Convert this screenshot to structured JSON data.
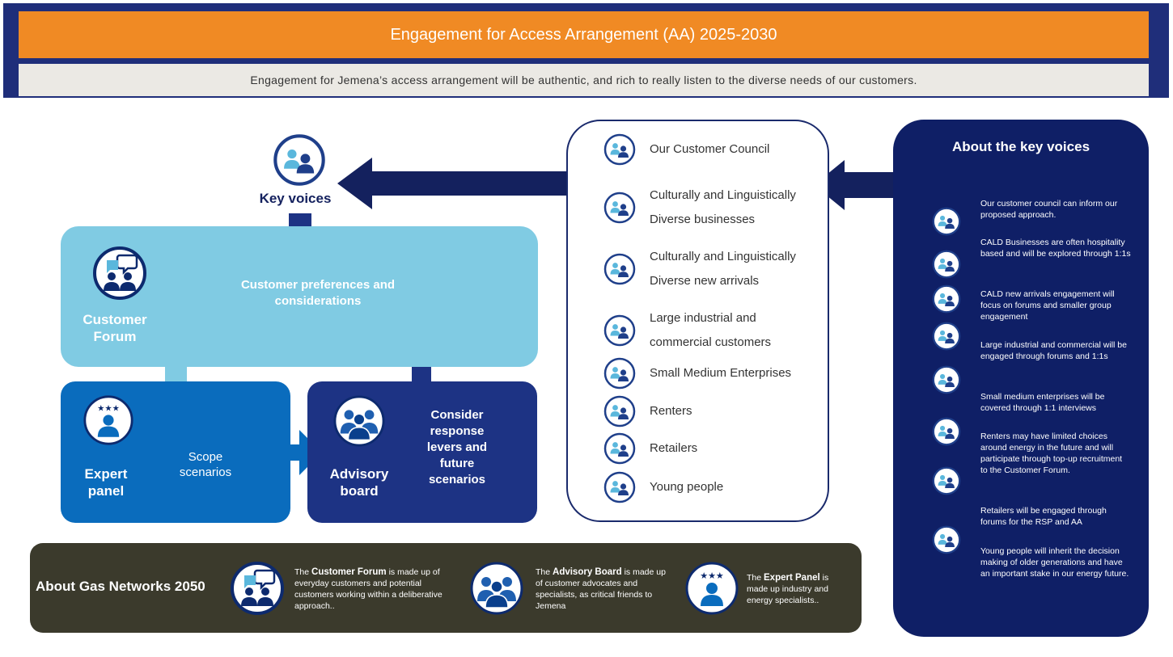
{
  "header": {
    "title": "Engagement for Access Arrangement (AA) 2025-2030",
    "subtitle": "Engagement  for Jemena’s access arrangement will be authentic, and rich to really listen to the diverse needs of our customers."
  },
  "key_voices": {
    "label": "Key voices"
  },
  "customer_forum": {
    "label": "Customer Forum",
    "preferences": "Customer preferences and considerations"
  },
  "expert_panel": {
    "label": "Expert panel",
    "scope": "Scope scenarios"
  },
  "advisory_board": {
    "label": "Advisory board",
    "consider": "Consider response levers and future scenarios"
  },
  "voices": [
    "Our Customer Council",
    "Culturally and Linguistically Diverse businesses",
    "Culturally and Linguistically Diverse new arrivals",
    "Large industrial and commercial customers",
    "Small Medium Enterprises",
    "Renters",
    "Retailers",
    "Young people"
  ],
  "about_key_voices": {
    "title": "About the key voices",
    "items": [
      "Our customer council can inform our proposed approach.",
      "CALD Businesses are often hospitality based and will be explored through  1:1s",
      "CALD new arrivals engagement will focus on  forums and smaller group engagement",
      "Large industrial and commercial will be engaged  through  forums and  1:1s",
      "Small medium enterprises  will be covered  through  1:1 interviews",
      "Renters may have limited choices around energy  in the future and will participate  through  top-up recruitment to the Customer Forum.",
      "Retailers will be engaged  through forums for the RSP and AA",
      "Young people  will inherit the decision making of older generations  and have an important stake in our energy future."
    ]
  },
  "about_gas_networks": {
    "title": "About Gas Networks 2050",
    "customer_forum": {
      "pre": "The ",
      "bold": "Customer Forum",
      "post": " is made up of everyday customers and potential  customers working within a deliberative approach.."
    },
    "advisory_board": {
      "pre": "The ",
      "bold": "Advisory Board",
      "post": " is made up of customer advocates  and specialists, as critical friends to Jemena"
    },
    "expert_panel": {
      "pre": "The ",
      "bold": "Expert Panel",
      "post": " is made  up industry and  energy specialists.."
    }
  },
  "colors": {
    "navy": "#1f2e7a",
    "orange": "#f08a24",
    "light_blue": "#80cbe3",
    "mid_blue": "#0a6cbd",
    "dark_blue": "#1d3384",
    "panel_navy": "#0f1f66",
    "olive": "#3b3a2c"
  }
}
